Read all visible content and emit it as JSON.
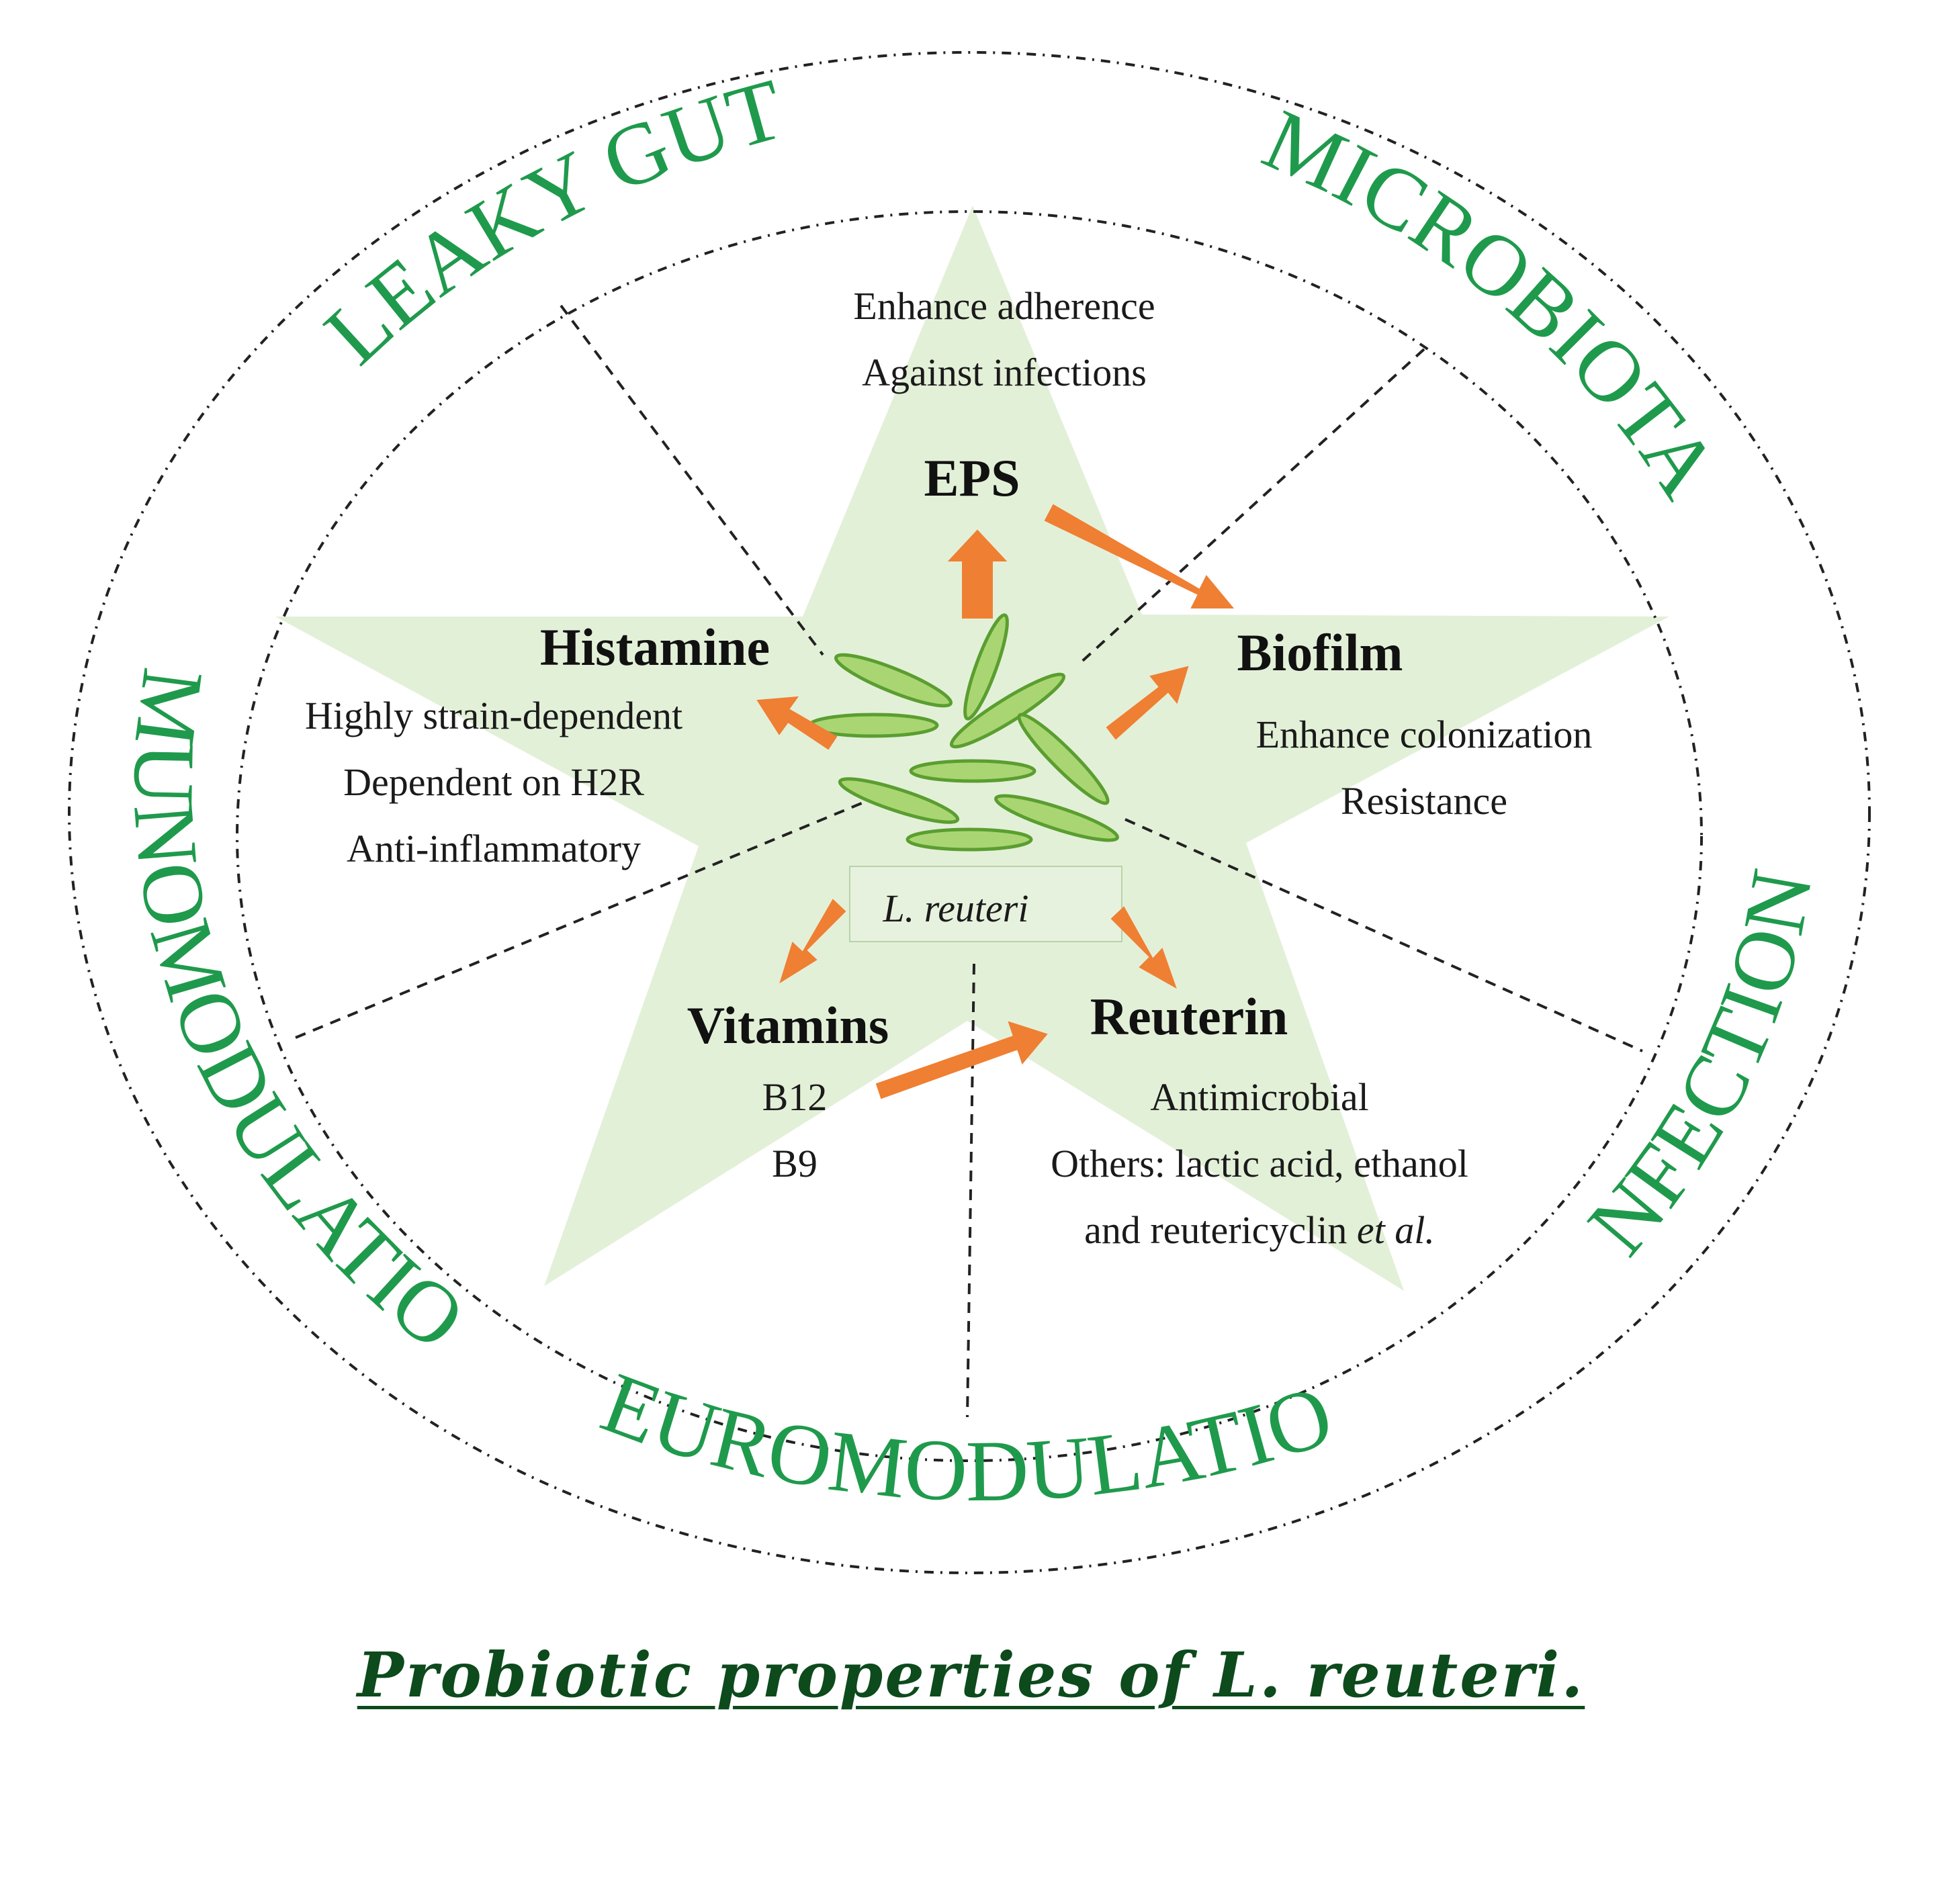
{
  "colors": {
    "outer_label": "#1f9a4c",
    "star_fill": "#e3f0d8",
    "arrow": "#ef7f33",
    "bacteria_light": "#a9d672",
    "bacteria_dark": "#5a9e30",
    "caption": "#0d4a1c",
    "dashes": "#222222"
  },
  "outer_labels": {
    "leaky_gut": "LEAKY GUT",
    "microbiota": "MICROBIOTA",
    "immunomodulation": "IMMUNOMODULATION",
    "infections": "INFECTIONS",
    "neuromodulation": "NEUROMODULATION"
  },
  "center": {
    "label": "L. reuteri"
  },
  "nodes": {
    "eps": {
      "title": "EPS",
      "lines": [
        "Enhance adherence",
        "Against infections"
      ]
    },
    "biofilm": {
      "title": "Biofilm",
      "lines": [
        "Enhance colonization",
        "Resistance"
      ]
    },
    "histamine": {
      "title": "Histamine",
      "lines": [
        "Highly strain-dependent",
        "Dependent on H2R",
        "Anti-inflammatory"
      ]
    },
    "vitamins": {
      "title": "Vitamins",
      "lines": [
        "B12",
        "B9"
      ]
    },
    "reuterin": {
      "title": "Reuterin",
      "lines": [
        "Antimicrobial",
        "Others: lactic acid, ethanol"
      ],
      "line3_main": "and reutericyclin ",
      "line3_italic": "et al."
    }
  },
  "caption": "Probiotic properties of L. reuteri."
}
